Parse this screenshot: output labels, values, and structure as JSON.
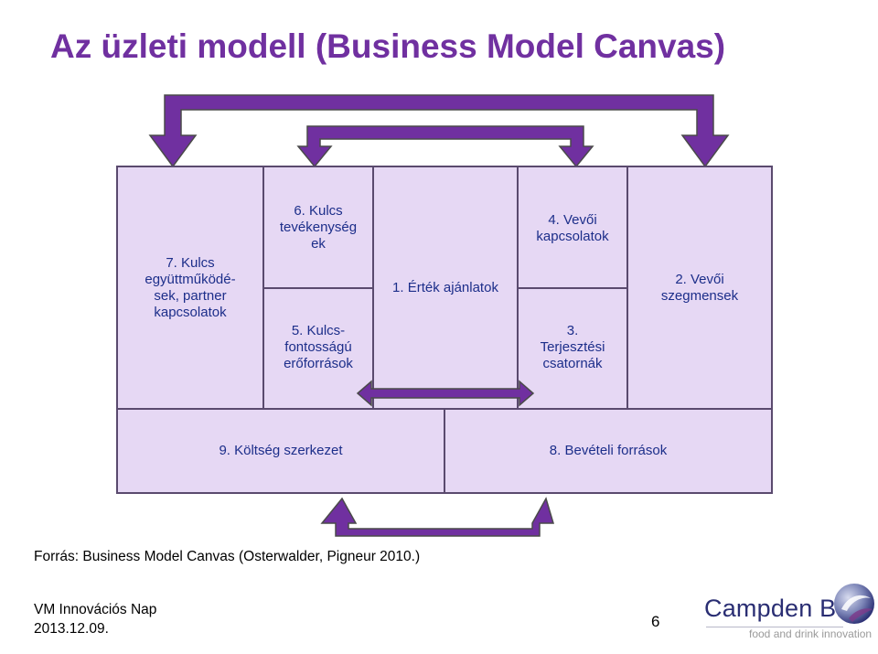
{
  "title": "Az üzleti modell (Business Model Canvas)",
  "blocks": {
    "partners": [
      "7. Kulcs",
      "együttműködé-",
      "sek, partner",
      "kapcsolatok"
    ],
    "activities": [
      "6. Kulcs",
      "tevékenység",
      "ek"
    ],
    "resources": [
      "5. Kulcs-",
      "fontosságú",
      "erőforrások"
    ],
    "value": [
      "1. Érték ajánlatok"
    ],
    "relationships": [
      "4. Vevői",
      "kapcsolatok"
    ],
    "channels": [
      "3.",
      "Terjesztési",
      "csatornák"
    ],
    "segments": [
      "2. Vevői",
      "szegmensek"
    ],
    "costs": [
      "9. Költség szerkezet"
    ],
    "revenue": [
      "8. Bevételi források"
    ]
  },
  "source_note": "Forrás: Business Model Canvas (Osterwalder, Pigneur 2010.)",
  "event": [
    "VM Innovációs Nap",
    "2013.12.09."
  ],
  "page_number": "6",
  "logo": {
    "name": "Campden BRI",
    "tagline": "food and drink innovation"
  },
  "colors": {
    "title": "#7030a0",
    "block_fill": "#e6d8f4",
    "block_border": "#5a4a6e",
    "arrow_fill": "#7030a0",
    "arrow_border": "#4a4a4a",
    "block_text": "#1c2e8a"
  }
}
